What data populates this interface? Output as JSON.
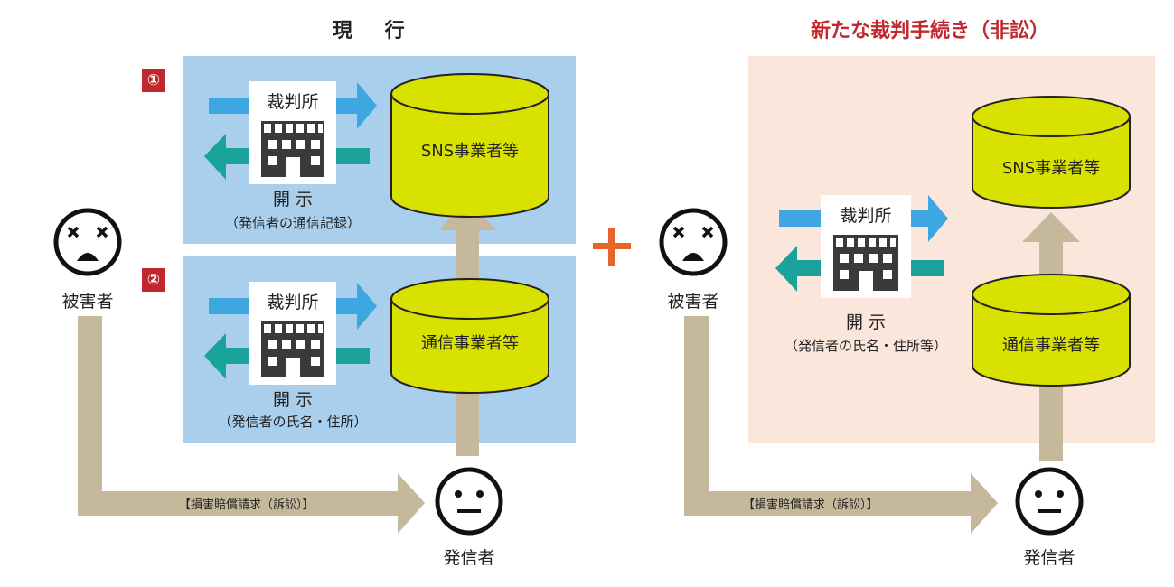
{
  "titles": {
    "current": "現 行",
    "new": "新たな裁判手続き（非訟）"
  },
  "badges": {
    "one": "①",
    "two": "②"
  },
  "court_label": "裁判所",
  "disclose_label": "開 示",
  "left": {
    "victim": "被害者",
    "sender": "発信者",
    "claim": "【損害賠償請求（訴訟）】",
    "step1": {
      "target": "SNS事業者等",
      "note": "（発信者の通信記録）"
    },
    "step2": {
      "target": "通信事業者等",
      "note": "（発信者の氏名・住所）"
    }
  },
  "plus": "+",
  "right": {
    "victim": "被害者",
    "sender": "発信者",
    "claim": "【損害賠償請求（訴訟）】",
    "sns": "SNS事業者等",
    "telecom": "通信事業者等",
    "note": "（発信者の氏名・住所等）"
  },
  "colors": {
    "blue_panel": "#a9cfed",
    "peach_panel": "#fbe6dc",
    "red": "#c0282d",
    "orange_plus": "#e8652a",
    "arrow_blue": "#3ea6e0",
    "arrow_teal": "#1aa39a",
    "arrow_tan": "#c6b89b",
    "cylinder": "#d8e100"
  }
}
